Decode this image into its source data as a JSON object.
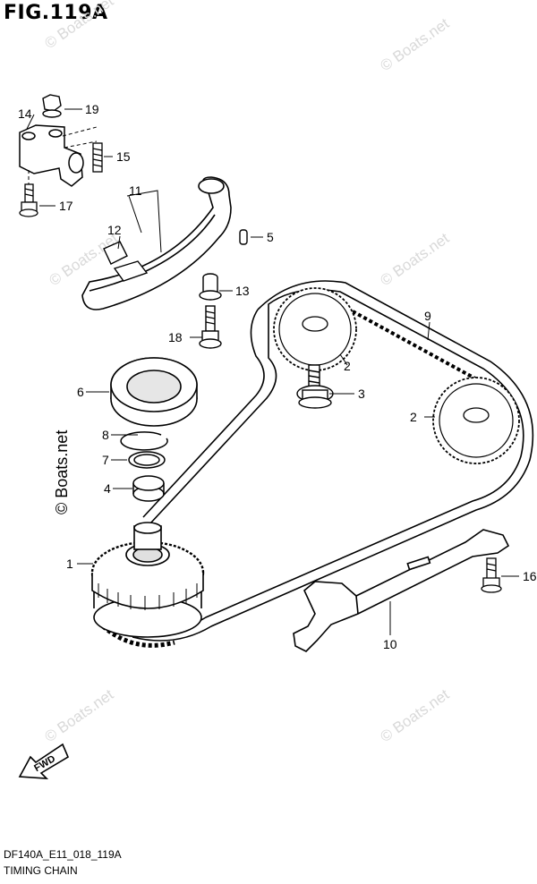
{
  "header": {
    "title": "FIG.119A"
  },
  "footer": {
    "code": "DF140A_E11_018_119A",
    "name": "TIMING CHAIN"
  },
  "watermark": {
    "text": "© Boats.net"
  },
  "fwd_label": "FWD",
  "callouts": {
    "n1": "1",
    "n2a": "2",
    "n2b": "2",
    "n3": "3",
    "n4": "4",
    "n5": "5",
    "n6": "6",
    "n7": "7",
    "n8": "8",
    "n9": "9",
    "n10": "10",
    "n11": "11",
    "n12": "12",
    "n13": "13",
    "n14": "14",
    "n15": "15",
    "n16": "16",
    "n17": "17",
    "n18": "18",
    "n19": "19"
  },
  "colors": {
    "line": "#000000",
    "fill": "#ffffff",
    "shade": "#cfcfcf",
    "watermark": "#d9d9d9"
  }
}
